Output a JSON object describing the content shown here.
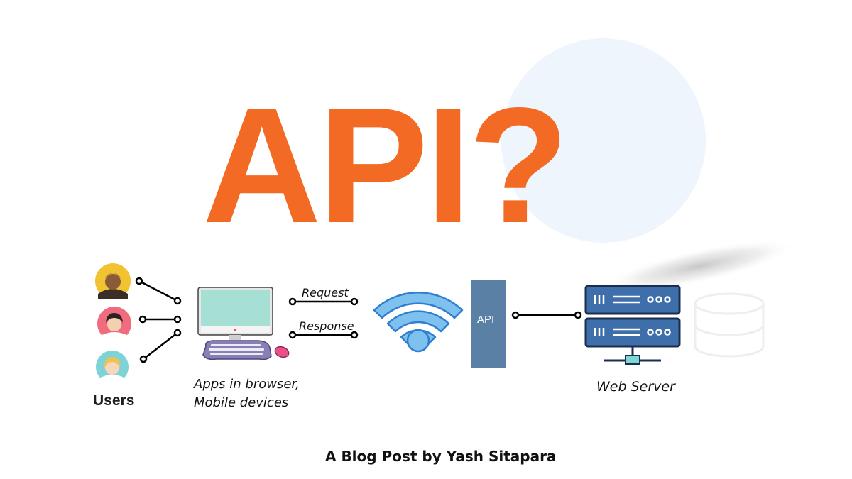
{
  "title": "API?",
  "diagram": {
    "users_label": "Users",
    "apps_label_line1": "Apps in browser,",
    "apps_label_line2": "Mobile devices",
    "request_label": "Request",
    "response_label": "Response",
    "api_box_label": "API",
    "server_label": "Web Server"
  },
  "credit": "A Blog Post by Yash Sitapara",
  "colors": {
    "title": "#f26a24",
    "wifi_stroke": "#2f7fd0",
    "wifi_fill": "#7fc1ee",
    "api_box": "#5b80a5",
    "server_body": "#3f6fab",
    "server_border": "#1a2f50",
    "monitor_screen": "#a6e0d4",
    "bg_circle": "#eef5fc"
  },
  "icons": [
    "user-avatar-icon",
    "desktop-computer-icon",
    "keyboard-icon",
    "mouse-icon",
    "wifi-icon",
    "server-rack-icon"
  ]
}
